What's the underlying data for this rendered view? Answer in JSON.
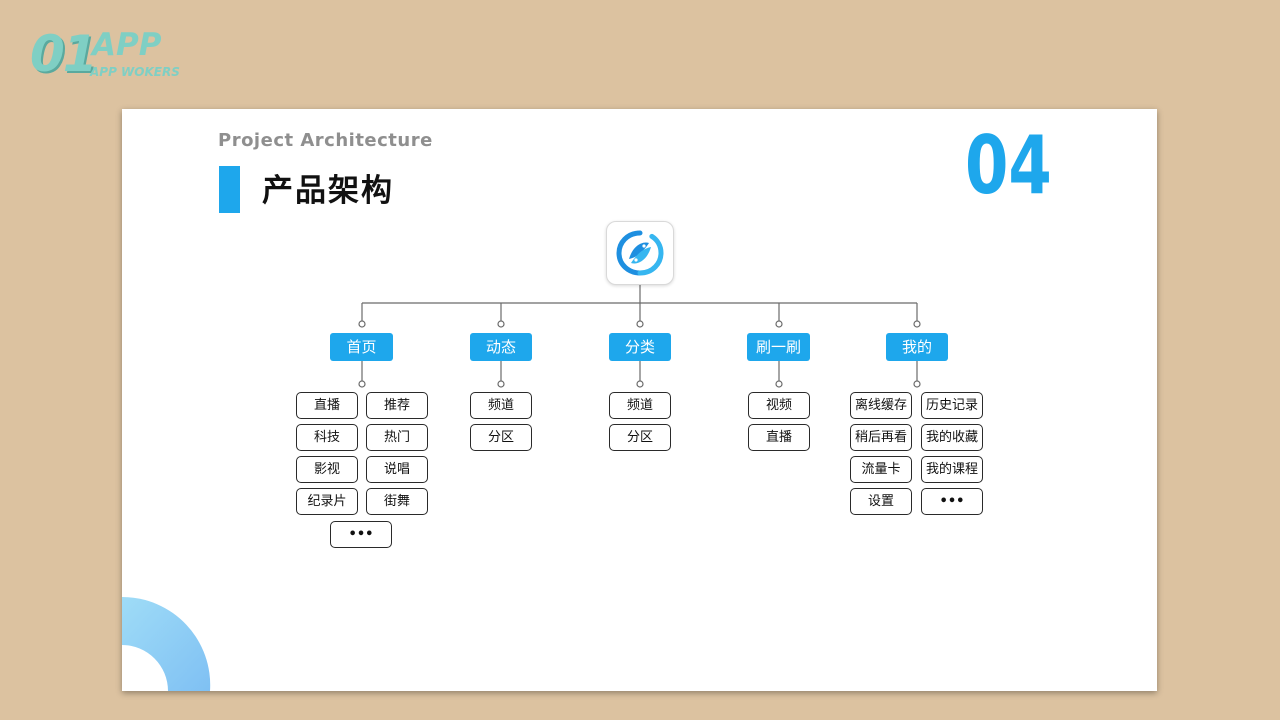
{
  "brand": {
    "number": "01",
    "name": "APP",
    "tagline": "APP WOKERS"
  },
  "slide": {
    "subtitle": "Project  Architecture",
    "title": "产品架构",
    "page_number": "04",
    "accent_color": "#1ea7ec"
  },
  "tree": {
    "root_icon": "fish-logo-icon",
    "categories": [
      {
        "label": "首页",
        "items": [
          "直播",
          "推荐",
          "科技",
          "热门",
          "影视",
          "说唱",
          "纪录片",
          "街舞",
          "•••"
        ]
      },
      {
        "label": "动态",
        "items": [
          "频道",
          "分区"
        ]
      },
      {
        "label": "分类",
        "items": [
          "频道",
          "分区"
        ]
      },
      {
        "label": "刷一刷",
        "items": [
          "视频",
          "直播"
        ]
      },
      {
        "label": "我的",
        "items": [
          "离线缓存",
          "历史记录",
          "稍后再看",
          "我的收藏",
          "流量卡",
          "我的课程",
          "设置",
          "•••"
        ]
      }
    ]
  }
}
